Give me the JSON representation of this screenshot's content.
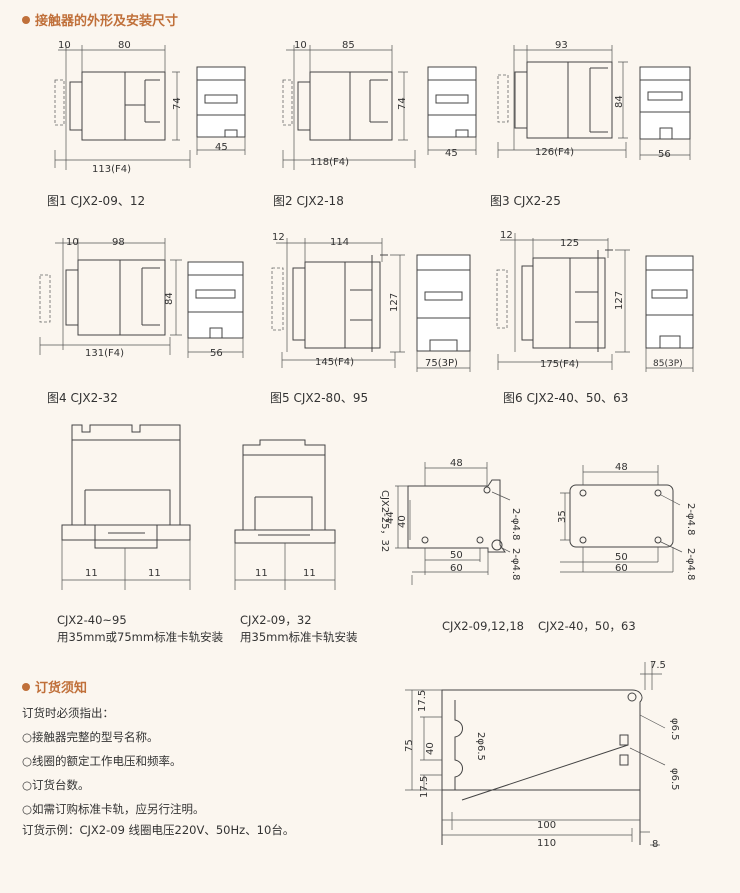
{
  "sections": {
    "outline_title": "接触器的外形及安装尺寸",
    "order_title": "订货须知"
  },
  "figures": [
    {
      "caption": "图1 CJX2-09、12",
      "top": "10",
      "width": "80",
      "height": "74",
      "depth": "45",
      "total": "113(F4)"
    },
    {
      "caption": "图2 CJX2-18",
      "top": "10",
      "width": "85",
      "height": "74",
      "depth": "45",
      "total": "118(F4)"
    },
    {
      "caption": "图3 CJX2-25",
      "width": "93",
      "height": "84",
      "depth": "56",
      "total": "126(F4)"
    },
    {
      "caption": "图4 CJX2-32",
      "top": "10",
      "width": "98",
      "height": "84",
      "depth": "56",
      "total": "131(F4)"
    },
    {
      "caption": "图5  CJX2-80、95",
      "top": "12",
      "width": "114",
      "height": "127",
      "depth": "75(3P)",
      "total": "145(F4)"
    },
    {
      "caption": "图6  CJX2-40、50、63",
      "top": "12",
      "width": "125",
      "height": "127",
      "depth": "85(3P)",
      "total": "175(F4)"
    }
  ],
  "rail": [
    {
      "line1": "CJX2-40~95",
      "line2": "用35mm或75mm标准卡轨安装",
      "left": "11",
      "right": "11"
    },
    {
      "line1": "CJX2-09，32",
      "line2": "用35mm标准卡轨安装",
      "left": "11",
      "right": "11"
    }
  ],
  "plates": {
    "a": {
      "caption": "CJX2-09,12,18",
      "top": "48",
      "side_label": "CJX2-25，32",
      "h1": "44",
      "h2": "40",
      "hole1": "2-φ4.8",
      "hole2": "2-φ4.8",
      "b1": "50",
      "b2": "60"
    },
    "b": {
      "caption": "CJX2-40，50，63",
      "top": "48",
      "h1": "35",
      "hole1": "2-φ4.8",
      "hole2": "2-φ4.8",
      "b1": "50",
      "b2": "60"
    }
  },
  "mount": {
    "r": "7.5",
    "v1": "17.5",
    "v2": "75",
    "v3": "40",
    "v4": "17.5",
    "slot": "2φ6.5",
    "hole_a": "φ6.5",
    "hole_b": "φ6.5",
    "w1": "100",
    "w2": "110",
    "off": "8"
  },
  "order_notes": [
    "订货时必须指出：",
    "○接触器完整的型号名称。",
    "○线圈的额定工作电压和频率。",
    "○订货台数。",
    "○如需订购标准卡轨，应另行注明。",
    "订货示例：CJX2-09  线圈电压220V、50Hz、10台。"
  ]
}
